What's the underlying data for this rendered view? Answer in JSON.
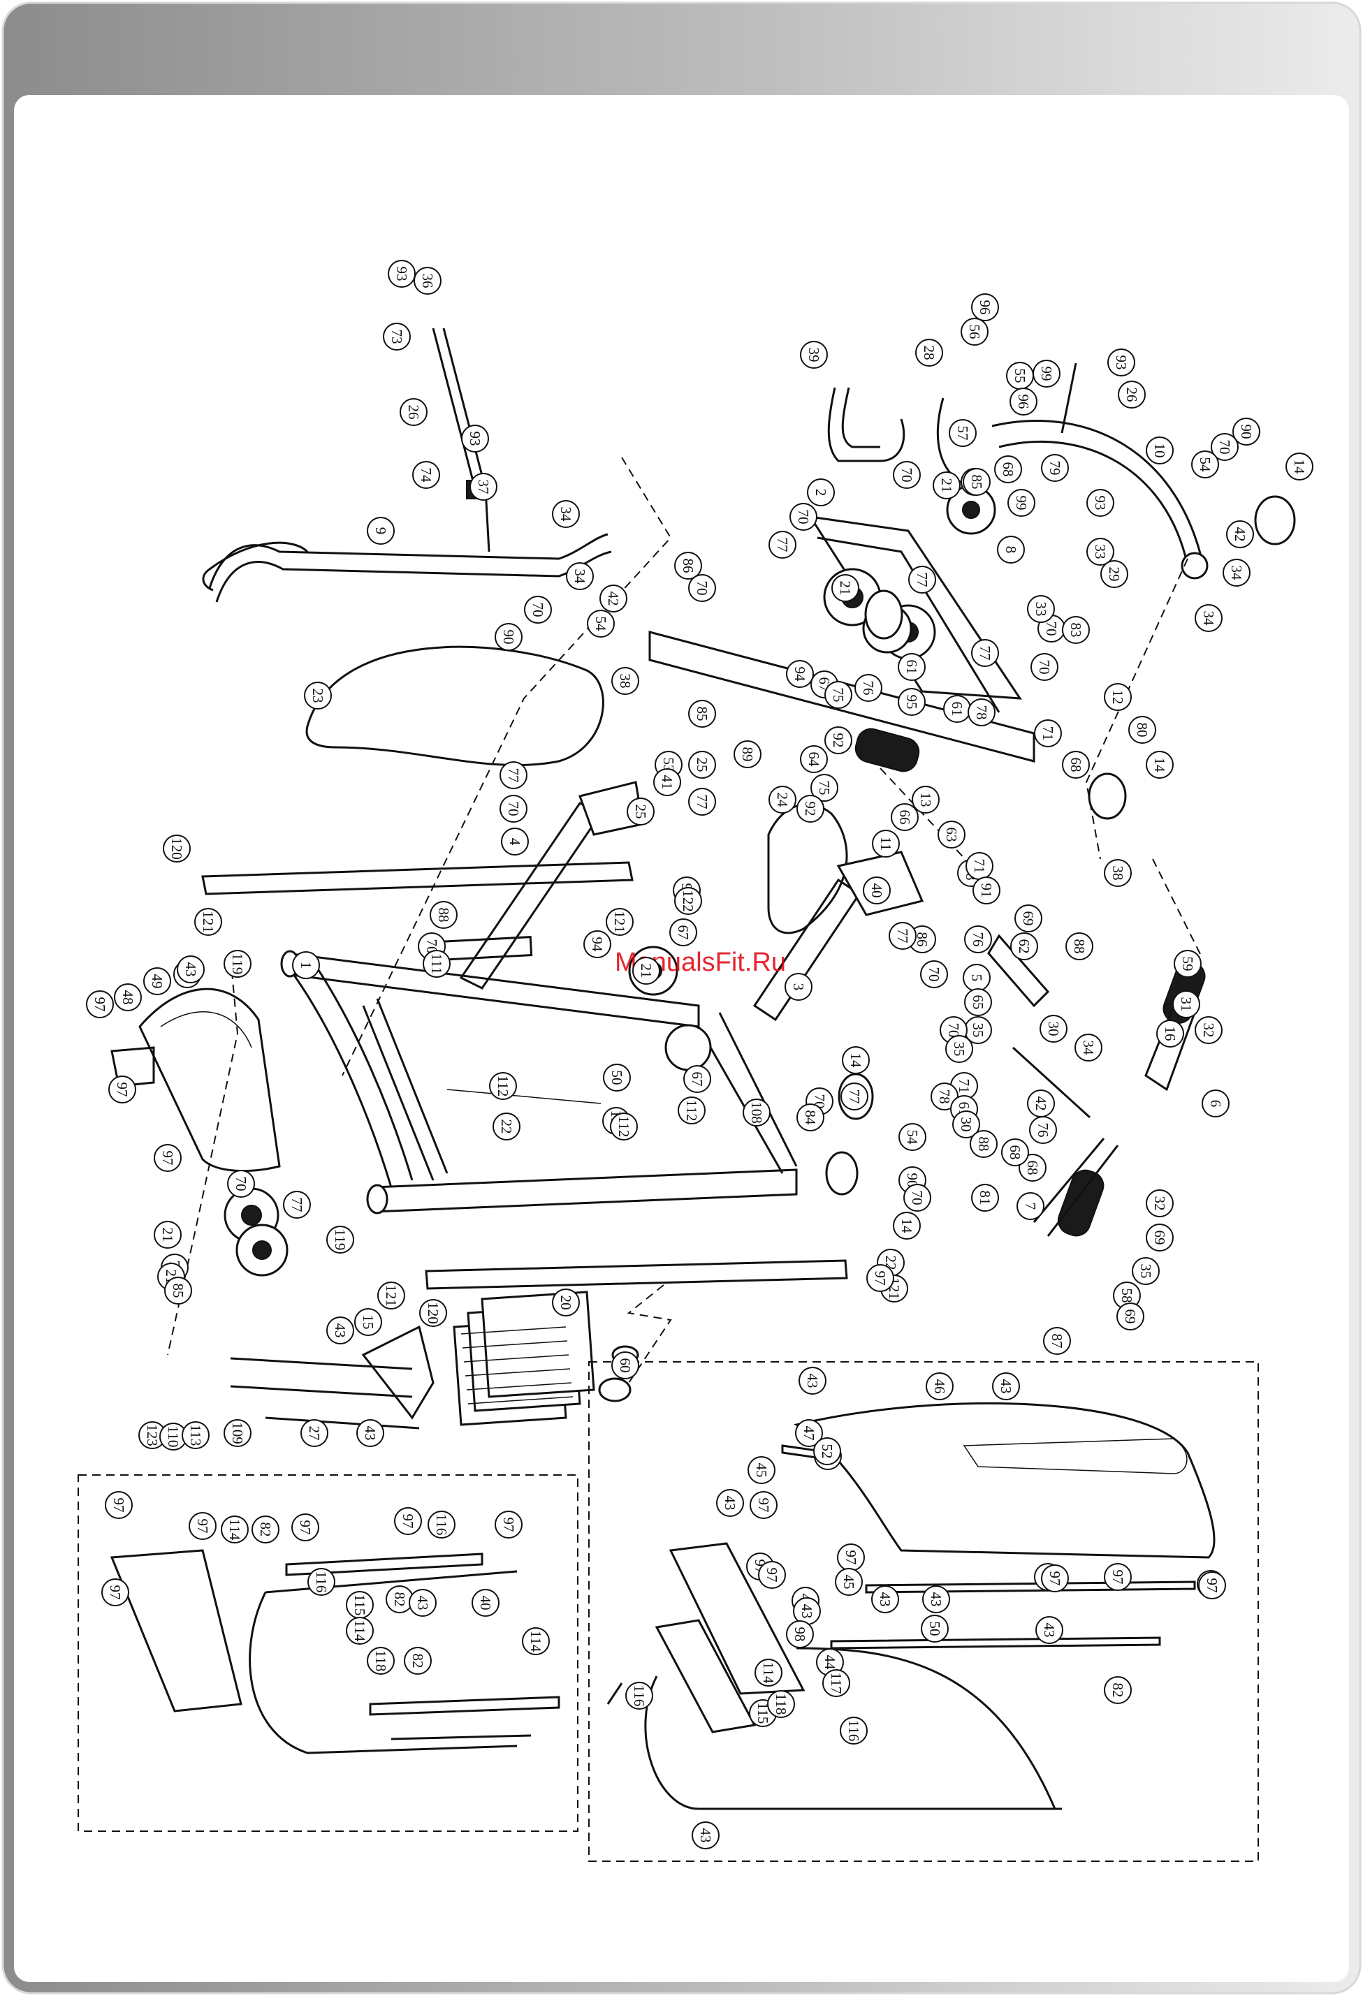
{
  "header": {
    "gradient_colors": [
      "#8c8c8c",
      "#ececec"
    ]
  },
  "watermark": {
    "text": "ManualsFit.Ru",
    "color": "#e0000a"
  },
  "callouts": [
    {
      "n": "36",
      "deg": 90
    },
    {
      "n": "93",
      "deg": 90
    },
    {
      "n": "73",
      "deg": 90
    },
    {
      "n": "26",
      "deg": 90
    },
    {
      "n": "93",
      "deg": 90
    },
    {
      "n": "74",
      "deg": 90
    },
    {
      "n": "37",
      "deg": 90
    },
    {
      "n": "9",
      "deg": 90
    },
    {
      "n": "34",
      "deg": 90
    },
    {
      "n": "34",
      "deg": 90
    },
    {
      "n": "42",
      "deg": 90
    },
    {
      "n": "90",
      "deg": 90
    },
    {
      "n": "70",
      "deg": 90
    },
    {
      "n": "54",
      "deg": 90
    },
    {
      "n": "38",
      "deg": 90
    },
    {
      "n": "86",
      "deg": 90
    },
    {
      "n": "70",
      "deg": 90
    },
    {
      "n": "23",
      "deg": 90
    },
    {
      "n": "39",
      "deg": 90
    },
    {
      "n": "96",
      "deg": 90
    },
    {
      "n": "56",
      "deg": 90
    },
    {
      "n": "28",
      "deg": 90
    },
    {
      "n": "55",
      "deg": 90
    },
    {
      "n": "96",
      "deg": 90
    },
    {
      "n": "99",
      "deg": 90
    },
    {
      "n": "93",
      "deg": 90
    },
    {
      "n": "26",
      "deg": 90
    },
    {
      "n": "57",
      "deg": 90
    },
    {
      "n": "85",
      "deg": 90
    },
    {
      "n": "70",
      "deg": 90
    },
    {
      "n": "2",
      "deg": 90
    },
    {
      "n": "21",
      "deg": 90
    },
    {
      "n": "85",
      "deg": 90
    },
    {
      "n": "68",
      "deg": 90
    },
    {
      "n": "79",
      "deg": 90
    },
    {
      "n": "99",
      "deg": 90
    },
    {
      "n": "10",
      "deg": 90
    },
    {
      "n": "90",
      "deg": 90
    },
    {
      "n": "70",
      "deg": 90
    },
    {
      "n": "54",
      "deg": 90
    },
    {
      "n": "14",
      "deg": 90
    },
    {
      "n": "70",
      "deg": 90
    },
    {
      "n": "77",
      "deg": 90
    },
    {
      "n": "21",
      "deg": 90
    },
    {
      "n": "77",
      "deg": 90
    },
    {
      "n": "8",
      "deg": 90
    },
    {
      "n": "93",
      "deg": 90
    },
    {
      "n": "33",
      "deg": 90
    },
    {
      "n": "29",
      "deg": 90
    },
    {
      "n": "42",
      "deg": 90
    },
    {
      "n": "34",
      "deg": 90
    },
    {
      "n": "34",
      "deg": 90
    },
    {
      "n": "70",
      "deg": 90
    },
    {
      "n": "77",
      "deg": 90
    },
    {
      "n": "33",
      "deg": 90
    },
    {
      "n": "83",
      "deg": 90
    },
    {
      "n": "61",
      "deg": 90
    },
    {
      "n": "70",
      "deg": 90
    },
    {
      "n": "94",
      "deg": 90
    },
    {
      "n": "67",
      "deg": 90
    },
    {
      "n": "75",
      "deg": 90
    },
    {
      "n": "76",
      "deg": 90
    },
    {
      "n": "95",
      "deg": 90
    },
    {
      "n": "61",
      "deg": 90
    },
    {
      "n": "78",
      "deg": 90
    },
    {
      "n": "12",
      "deg": 90
    },
    {
      "n": "71",
      "deg": 90
    },
    {
      "n": "80",
      "deg": 90
    },
    {
      "n": "68",
      "deg": 90
    },
    {
      "n": "14",
      "deg": 90
    },
    {
      "n": "92",
      "deg": 90
    },
    {
      "n": "64",
      "deg": 90
    },
    {
      "n": "75",
      "deg": 90
    },
    {
      "n": "92",
      "deg": 90
    },
    {
      "n": "13",
      "deg": 90
    },
    {
      "n": "66",
      "deg": 90
    },
    {
      "n": "63",
      "deg": 90
    },
    {
      "n": "11",
      "deg": 90
    },
    {
      "n": "68",
      "deg": 90
    },
    {
      "n": "71",
      "deg": 90
    },
    {
      "n": "91",
      "deg": 90
    },
    {
      "n": "76",
      "deg": 90
    },
    {
      "n": "38",
      "deg": 90
    },
    {
      "n": "89",
      "deg": 90
    },
    {
      "n": "85",
      "deg": 90
    },
    {
      "n": "25",
      "deg": 90
    },
    {
      "n": "53",
      "deg": 90
    },
    {
      "n": "41",
      "deg": 90
    },
    {
      "n": "25",
      "deg": 90
    },
    {
      "n": "77",
      "deg": 90
    },
    {
      "n": "24",
      "deg": 90
    },
    {
      "n": "77",
      "deg": 90
    },
    {
      "n": "70",
      "deg": 90
    },
    {
      "n": "4",
      "deg": 90
    },
    {
      "n": "120",
      "deg": 90
    },
    {
      "n": "121",
      "deg": 90
    },
    {
      "n": "88",
      "deg": 90
    },
    {
      "n": "70",
      "deg": 90
    },
    {
      "n": "121",
      "deg": 90
    },
    {
      "n": "97",
      "deg": 90
    },
    {
      "n": "122",
      "deg": 90
    },
    {
      "n": "94",
      "deg": 90
    },
    {
      "n": "67",
      "deg": 90
    },
    {
      "n": "21",
      "deg": 90
    },
    {
      "n": "40",
      "deg": 90
    },
    {
      "n": "69",
      "deg": 90
    },
    {
      "n": "62",
      "deg": 90
    },
    {
      "n": "86",
      "deg": 90
    },
    {
      "n": "70",
      "deg": 90
    },
    {
      "n": "77",
      "deg": 90
    },
    {
      "n": "88",
      "deg": 90
    },
    {
      "n": "59",
      "deg": 90
    },
    {
      "n": "5",
      "deg": 90
    },
    {
      "n": "65",
      "deg": 90
    },
    {
      "n": "35",
      "deg": 90
    },
    {
      "n": "30",
      "deg": 90
    },
    {
      "n": "34",
      "deg": 90
    },
    {
      "n": "16",
      "deg": 90
    },
    {
      "n": "31",
      "deg": 90
    },
    {
      "n": "32",
      "deg": 90
    },
    {
      "n": "6",
      "deg": 90
    },
    {
      "n": "3",
      "deg": 90
    },
    {
      "n": "14",
      "deg": 90
    },
    {
      "n": "77",
      "deg": 90
    },
    {
      "n": "70",
      "deg": 90
    },
    {
      "n": "67",
      "deg": 90
    },
    {
      "n": "1",
      "deg": 90
    },
    {
      "n": "111",
      "deg": 90
    },
    {
      "n": "119",
      "deg": 90
    },
    {
      "n": "43",
      "deg": 90
    },
    {
      "n": "49",
      "deg": 90
    },
    {
      "n": "48",
      "deg": 90
    },
    {
      "n": "97",
      "deg": 90
    },
    {
      "n": "50",
      "deg": 90
    },
    {
      "n": "112",
      "deg": 90
    },
    {
      "n": "112",
      "deg": 90
    },
    {
      "n": "22",
      "deg": 90
    },
    {
      "n": "112",
      "deg": 90
    },
    {
      "n": "112",
      "deg": 90
    },
    {
      "n": "108",
      "deg": 90
    },
    {
      "n": "84",
      "deg": 90
    },
    {
      "n": "70",
      "deg": 90
    },
    {
      "n": "71",
      "deg": 90
    },
    {
      "n": "78",
      "deg": 90
    },
    {
      "n": "35",
      "deg": 90
    },
    {
      "n": "61",
      "deg": 90
    },
    {
      "n": "30",
      "deg": 90
    },
    {
      "n": "42",
      "deg": 90
    },
    {
      "n": "76",
      "deg": 90
    },
    {
      "n": "68",
      "deg": 90
    },
    {
      "n": "68",
      "deg": 90
    },
    {
      "n": "88",
      "deg": 90
    },
    {
      "n": "54",
      "deg": 90
    },
    {
      "n": "90",
      "deg": 90
    },
    {
      "n": "70",
      "deg": 90
    },
    {
      "n": "81",
      "deg": 90
    },
    {
      "n": "7",
      "deg": 90
    },
    {
      "n": "32",
      "deg": 90
    },
    {
      "n": "69",
      "deg": 90
    },
    {
      "n": "35",
      "deg": 90
    },
    {
      "n": "58",
      "deg": 90
    },
    {
      "n": "69",
      "deg": 90
    },
    {
      "n": "87",
      "deg": 90
    },
    {
      "n": "14",
      "deg": 90
    },
    {
      "n": "22",
      "deg": 90
    },
    {
      "n": "121",
      "deg": 90
    },
    {
      "n": "97",
      "deg": 90
    },
    {
      "n": "43",
      "deg": 90
    },
    {
      "n": "97",
      "deg": 90
    },
    {
      "n": "97",
      "deg": 90
    },
    {
      "n": "70",
      "deg": 90
    },
    {
      "n": "77",
      "deg": 90
    },
    {
      "n": "21",
      "deg": 90
    },
    {
      "n": "70",
      "deg": 90
    },
    {
      "n": "21",
      "deg": 90
    },
    {
      "n": "85",
      "deg": 90
    },
    {
      "n": "119",
      "deg": 90
    },
    {
      "n": "121",
      "deg": 90
    },
    {
      "n": "120",
      "deg": 90
    },
    {
      "n": "20",
      "deg": 90
    },
    {
      "n": "60",
      "deg": 90
    },
    {
      "n": "43",
      "deg": 90
    },
    {
      "n": "15",
      "deg": 90
    },
    {
      "n": "123",
      "deg": 90
    },
    {
      "n": "110",
      "deg": 90
    },
    {
      "n": "113",
      "deg": 90
    },
    {
      "n": "109",
      "deg": 90
    },
    {
      "n": "27",
      "deg": 90
    },
    {
      "n": "43",
      "deg": 90
    },
    {
      "n": "43",
      "deg": 90
    },
    {
      "n": "46",
      "deg": 90
    },
    {
      "n": "43",
      "deg": 90
    },
    {
      "n": "47",
      "deg": 90
    },
    {
      "n": "97",
      "deg": 90
    },
    {
      "n": "45",
      "deg": 90
    },
    {
      "n": "43",
      "deg": 90
    },
    {
      "n": "97",
      "deg": 90
    },
    {
      "n": "52",
      "deg": 90
    },
    {
      "n": "97",
      "deg": 90
    },
    {
      "n": "97",
      "deg": 90
    },
    {
      "n": "97",
      "deg": 90
    },
    {
      "n": "43",
      "deg": 90
    },
    {
      "n": "45",
      "deg": 90
    },
    {
      "n": "43",
      "deg": 90
    },
    {
      "n": "51",
      "deg": 90
    },
    {
      "n": "97",
      "deg": 90
    },
    {
      "n": "45",
      "deg": 90
    },
    {
      "n": "97",
      "deg": 90
    },
    {
      "n": "97",
      "deg": 90
    },
    {
      "n": "43",
      "deg": 90
    },
    {
      "n": "43",
      "deg": 90
    },
    {
      "n": "50",
      "deg": 90
    },
    {
      "n": "43",
      "deg": 90
    },
    {
      "n": "98",
      "deg": 90
    },
    {
      "n": "44",
      "deg": 90
    },
    {
      "n": "117",
      "deg": 90
    },
    {
      "n": "114",
      "deg": 90
    },
    {
      "n": "82",
      "deg": 90
    },
    {
      "n": "115",
      "deg": 90
    },
    {
      "n": "116",
      "deg": 90
    },
    {
      "n": "118",
      "deg": 90
    },
    {
      "n": "116",
      "deg": 90
    },
    {
      "n": "43",
      "deg": 90
    },
    {
      "n": "97",
      "deg": 90
    },
    {
      "n": "97",
      "deg": 90
    },
    {
      "n": "114",
      "deg": 90
    },
    {
      "n": "82",
      "deg": 90
    },
    {
      "n": "97",
      "deg": 90
    },
    {
      "n": "97",
      "deg": 90
    },
    {
      "n": "116",
      "deg": 90
    },
    {
      "n": "97",
      "deg": 90
    },
    {
      "n": "97",
      "deg": 90
    },
    {
      "n": "116",
      "deg": 90
    },
    {
      "n": "115",
      "deg": 90
    },
    {
      "n": "82",
      "deg": 90
    },
    {
      "n": "43",
      "deg": 90
    },
    {
      "n": "40",
      "deg": 90
    },
    {
      "n": "114",
      "deg": 90
    },
    {
      "n": "118",
      "deg": 90
    },
    {
      "n": "82",
      "deg": 90
    },
    {
      "n": "114",
      "deg": 90
    }
  ]
}
